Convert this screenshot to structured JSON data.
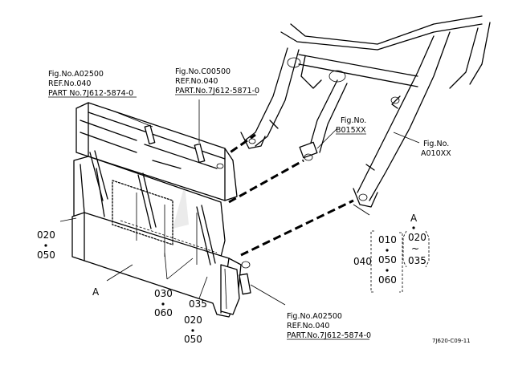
{
  "callouts": {
    "top_left": {
      "fig": "Fig.No.A02500",
      "ref": "REF.No.040",
      "part": "PART No.7J612-5874-0"
    },
    "top_mid": {
      "fig": "Fig.No.C00500",
      "ref": "REF.No.040",
      "part": "PART.No.7J612-5871-0"
    },
    "b015": {
      "fig": "Fig.No.",
      "code": "B015XX"
    },
    "a010": {
      "fig": "Fig.No.",
      "code": "A010XX"
    },
    "bottom": {
      "fig": "Fig.No.A02500",
      "ref": "REF.No.040",
      "part": "PART.No.7J612-5874-0"
    }
  },
  "labels": {
    "left_020": "020",
    "left_050": "050",
    "A_left": "A",
    "n030": "030",
    "n060": "060",
    "n035": "035",
    "b020": "020",
    "b050": "050",
    "n040": "040",
    "g010": "010",
    "g050": "050",
    "g060": "060",
    "gA": "A",
    "g020": "020",
    "tilde": "~",
    "g035": "035",
    "drawing_code": "7J620-C09-11"
  }
}
